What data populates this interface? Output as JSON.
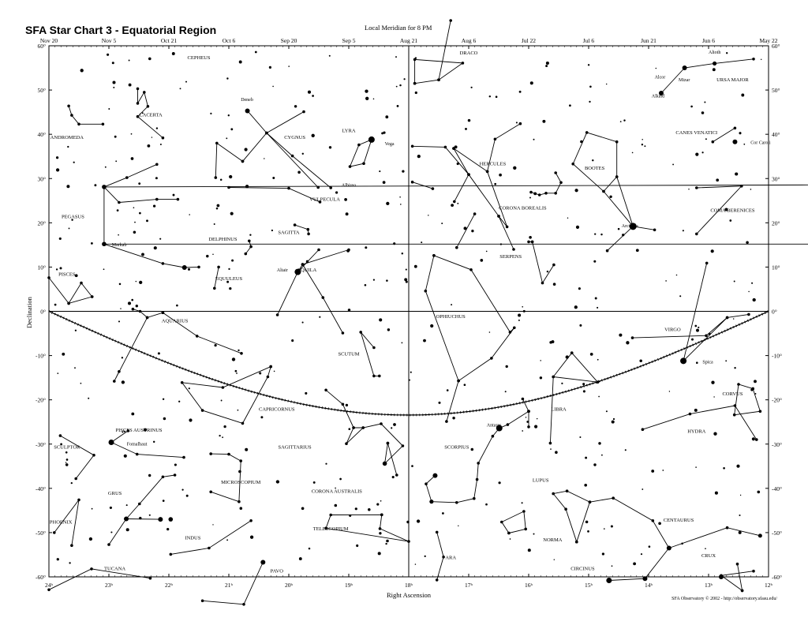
{
  "header": {
    "title": "SFA Star Chart 3 - Equatorial Region",
    "local_meridian": "Local Meridian for 8 PM"
  },
  "axes": {
    "dates": [
      "Nov 20",
      "Nov 5",
      "Oct 21",
      "Oct 6",
      "Sep 20",
      "Sep 5",
      "Aug 21",
      "Aug 6",
      "Jul 22",
      "Jul 6",
      "Jun 21",
      "Jun 6",
      "May 22"
    ],
    "ra_labels": [
      "24ʰ",
      "23ʰ",
      "22ʰ",
      "21ʰ",
      "20ʰ",
      "19ʰ",
      "18ʰ",
      "17ʰ",
      "16ʰ",
      "15ʰ",
      "14ʰ",
      "13ʰ",
      "12ʰ"
    ],
    "dec_labels": [
      "60°",
      "50°",
      "40°",
      "30°",
      "20°",
      "10°",
      "0°",
      "-10°",
      "-20°",
      "-30°",
      "-40°",
      "-50°",
      "-60°"
    ],
    "x_title": "Right Ascension",
    "y_title": "Declination"
  },
  "constellations": [
    {
      "name": "CEPHEUS"
    },
    {
      "name": "DRACO"
    },
    {
      "name": "URSA MAJOR"
    },
    {
      "name": "LACERTA"
    },
    {
      "name": "ANDROMEDA"
    },
    {
      "name": "CYGNUS"
    },
    {
      "name": "LYRA"
    },
    {
      "name": "HERCULES"
    },
    {
      "name": "BOOTES"
    },
    {
      "name": "CANES VENATICI"
    },
    {
      "name": "CORONA BOREALIS"
    },
    {
      "name": "COMA BERENICES"
    },
    {
      "name": "PEGASUS"
    },
    {
      "name": "VULPECULA"
    },
    {
      "name": "SAGITTA"
    },
    {
      "name": "DELPHINUS"
    },
    {
      "name": "SERPENS"
    },
    {
      "name": "EQUULEUS"
    },
    {
      "name": "AQUILA"
    },
    {
      "name": "PISCES"
    },
    {
      "name": "AQUARIUS"
    },
    {
      "name": "OPHIUCHUS"
    },
    {
      "name": "VIRGO"
    },
    {
      "name": "SCUTUM"
    },
    {
      "name": "LIBRA"
    },
    {
      "name": "CORVUS"
    },
    {
      "name": "CAPRICORNUS"
    },
    {
      "name": "HYDRA"
    },
    {
      "name": "PISCES AUSTRINUS"
    },
    {
      "name": "SCULPTOR"
    },
    {
      "name": "SAGITTARIUS"
    },
    {
      "name": "SCORPIUS"
    },
    {
      "name": "MICROSCOPIUM"
    },
    {
      "name": "GRUS"
    },
    {
      "name": "CORONA AUSTRALIS"
    },
    {
      "name": "LUPUS"
    },
    {
      "name": "CENTAURUS"
    },
    {
      "name": "PHOENIX"
    },
    {
      "name": "INDUS"
    },
    {
      "name": "TELESCOPIUM"
    },
    {
      "name": "NORMA"
    },
    {
      "name": "ARA"
    },
    {
      "name": "CRUX"
    },
    {
      "name": "TUCANA"
    },
    {
      "name": "PAVO"
    },
    {
      "name": "CIRCINUS"
    }
  ],
  "star_names": [
    "Alcor",
    "Mizar",
    "Alioth",
    "Alkaid",
    "Cor Caroli",
    "Deneb",
    "Vega",
    "Albireo",
    "Arcturus",
    "Markab",
    "Altair",
    "Spica",
    "Antares",
    "Fomalhaut"
  ],
  "credit": "SFA Observatory © 2002 - http://observatory.sfasu.edu/"
}
